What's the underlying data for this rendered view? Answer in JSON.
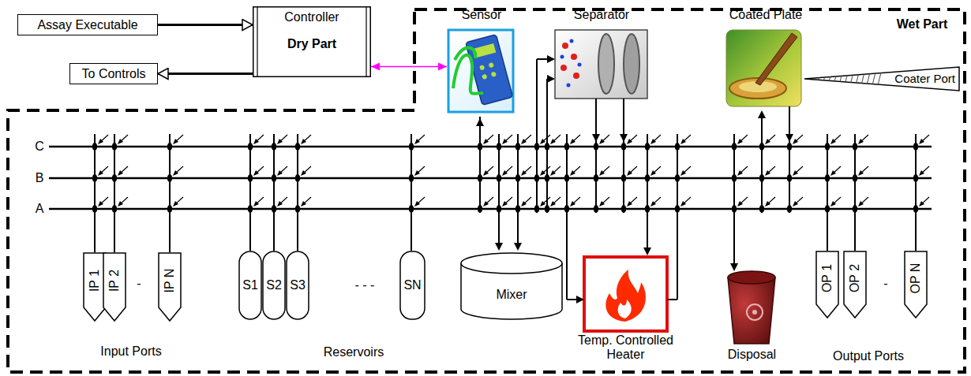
{
  "diagram": {
    "nodes": [
      {
        "text": [
          "Assay Executable"
        ]
      },
      {
        "text": [
          "To Controls"
        ]
      },
      {
        "text": [
          "Controller",
          "Dry Part"
        ]
      },
      {
        "text": [
          "Sensor"
        ]
      },
      {
        "text": [
          "Separator"
        ]
      },
      {
        "text": [
          "Coated Plate"
        ]
      },
      {
        "text": [
          "Coater Port"
        ]
      },
      {
        "text": [
          "Mixer"
        ]
      },
      {
        "text": [
          "Temp. Controlled Heater"
        ]
      },
      {
        "text": [
          "Disposal"
        ]
      },
      {
        "text": [
          "IP 1"
        ]
      },
      {
        "text": [
          "IP 2"
        ]
      },
      {
        "text": [
          "IP N"
        ]
      },
      {
        "text": [
          "S1"
        ]
      },
      {
        "text": [
          "S2"
        ]
      },
      {
        "text": [
          "S3"
        ]
      },
      {
        "text": [
          "SN"
        ]
      },
      {
        "text": [
          "OP 1"
        ]
      },
      {
        "text": [
          "OP 2"
        ]
      },
      {
        "text": [
          "OP N"
        ]
      }
    ],
    "edges": [
      {
        "from": 0,
        "to": 2,
        "arrow": "to"
      },
      {
        "from": 2,
        "to": 1,
        "arrow": "to"
      },
      {
        "from": 2,
        "to": 3,
        "arrow": "both"
      }
    ],
    "labels": [
      "Wet Part",
      "C",
      "B",
      "A",
      "-",
      "- - -",
      "-",
      "Input Ports",
      "Reservoirs",
      "Output Ports"
    ]
  }
}
